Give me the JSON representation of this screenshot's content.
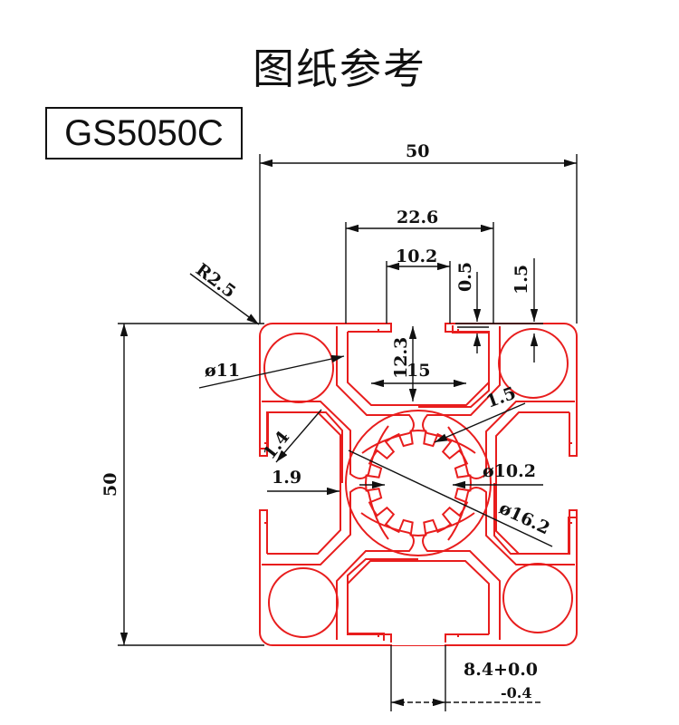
{
  "title": "图纸参考",
  "model": "GS5050C",
  "colors": {
    "profile": "#e81d1d",
    "dimension": "#111111"
  },
  "dimensions": {
    "width": "50",
    "height": "50",
    "slot_outer": "22.6",
    "slot_inner": "10.2",
    "lip_gap": "0.5",
    "lip_thickness": "1.5",
    "corner_radius": "R2.5",
    "corner_hole": "ø11",
    "slot_depth": "12.3",
    "slot_bottom": "15",
    "web_thickness": "1.5",
    "arm_thickness": "1.4",
    "wall_thickness": "1.9",
    "center_bore": "ø10.2",
    "center_outer": "ø16.2",
    "slot_opening": "8.4+0.0",
    "slot_opening_tol": "-0.4"
  }
}
